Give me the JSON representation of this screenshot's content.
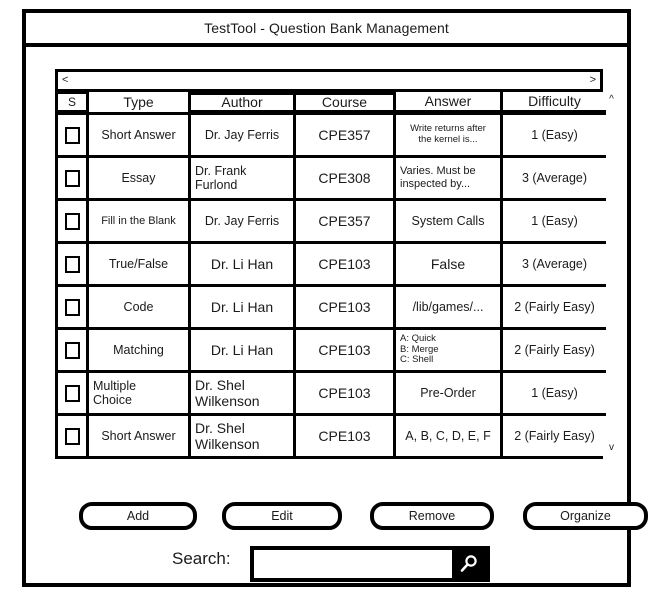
{
  "window": {
    "title": "TestTool - Question Bank Management"
  },
  "scrollbars": {
    "h_left_arrow": "<",
    "h_right_arrow": ">",
    "v_up_arrow": "^",
    "v_down_arrow": "v"
  },
  "table": {
    "columns": [
      {
        "key": "select",
        "label": "S"
      },
      {
        "key": "type",
        "label": "Type"
      },
      {
        "key": "author",
        "label": "Author"
      },
      {
        "key": "course",
        "label": "Course"
      },
      {
        "key": "answer",
        "label": "Answer"
      },
      {
        "key": "difficulty",
        "label": "Difficulty"
      }
    ],
    "rows": [
      {
        "type": "Short Answer",
        "author": "Dr. Jay Ferris",
        "course": "CPE357",
        "answer": "Write returns after\nthe kernel  is...",
        "difficulty": "1 (Easy)",
        "checked": false
      },
      {
        "type": "Essay",
        "author": "Dr. Frank\nFurlond",
        "course": "CPE308",
        "answer": "Varies. Must be\ninspected by...",
        "difficulty": "3 (Average)",
        "checked": false
      },
      {
        "type": "Fill in the Blank",
        "author": "Dr. Jay Ferris",
        "course": "CPE357",
        "answer": "System Calls",
        "difficulty": "1 (Easy)",
        "checked": false
      },
      {
        "type": "True/False",
        "author": "Dr. Li Han",
        "course": "CPE103",
        "answer": "False",
        "difficulty": "3 (Average)",
        "checked": false
      },
      {
        "type": "Code",
        "author": "Dr. Li Han",
        "course": "CPE103",
        "answer": "/lib/games/...",
        "difficulty": "2 (Fairly Easy)",
        "checked": false
      },
      {
        "type": "Matching",
        "author": "Dr. Li Han",
        "course": "CPE103",
        "answer": "A: Quick\nB: Merge\nC: Shell",
        "difficulty": "2 (Fairly Easy)",
        "checked": false
      },
      {
        "type": "Multiple\nChoice",
        "author": "Dr. Shel\nWilkenson",
        "course": "CPE103",
        "answer": "Pre-Order",
        "difficulty": "1 (Easy)",
        "checked": false
      },
      {
        "type": "Short Answer",
        "author": "Dr. Shel\nWilkenson",
        "course": "CPE103",
        "answer": "A, B, C, D, E, F",
        "difficulty": "2 (Fairly Easy)",
        "checked": false
      }
    ]
  },
  "actions": {
    "add": "Add",
    "edit": "Edit",
    "remove": "Remove",
    "organize": "Organize"
  },
  "search": {
    "label": "Search:",
    "value": "",
    "placeholder": "",
    "icon": "magnifier-icon"
  },
  "colors": {
    "border": "#000000",
    "background": "#ffffff",
    "text": "#1b1b1b"
  }
}
